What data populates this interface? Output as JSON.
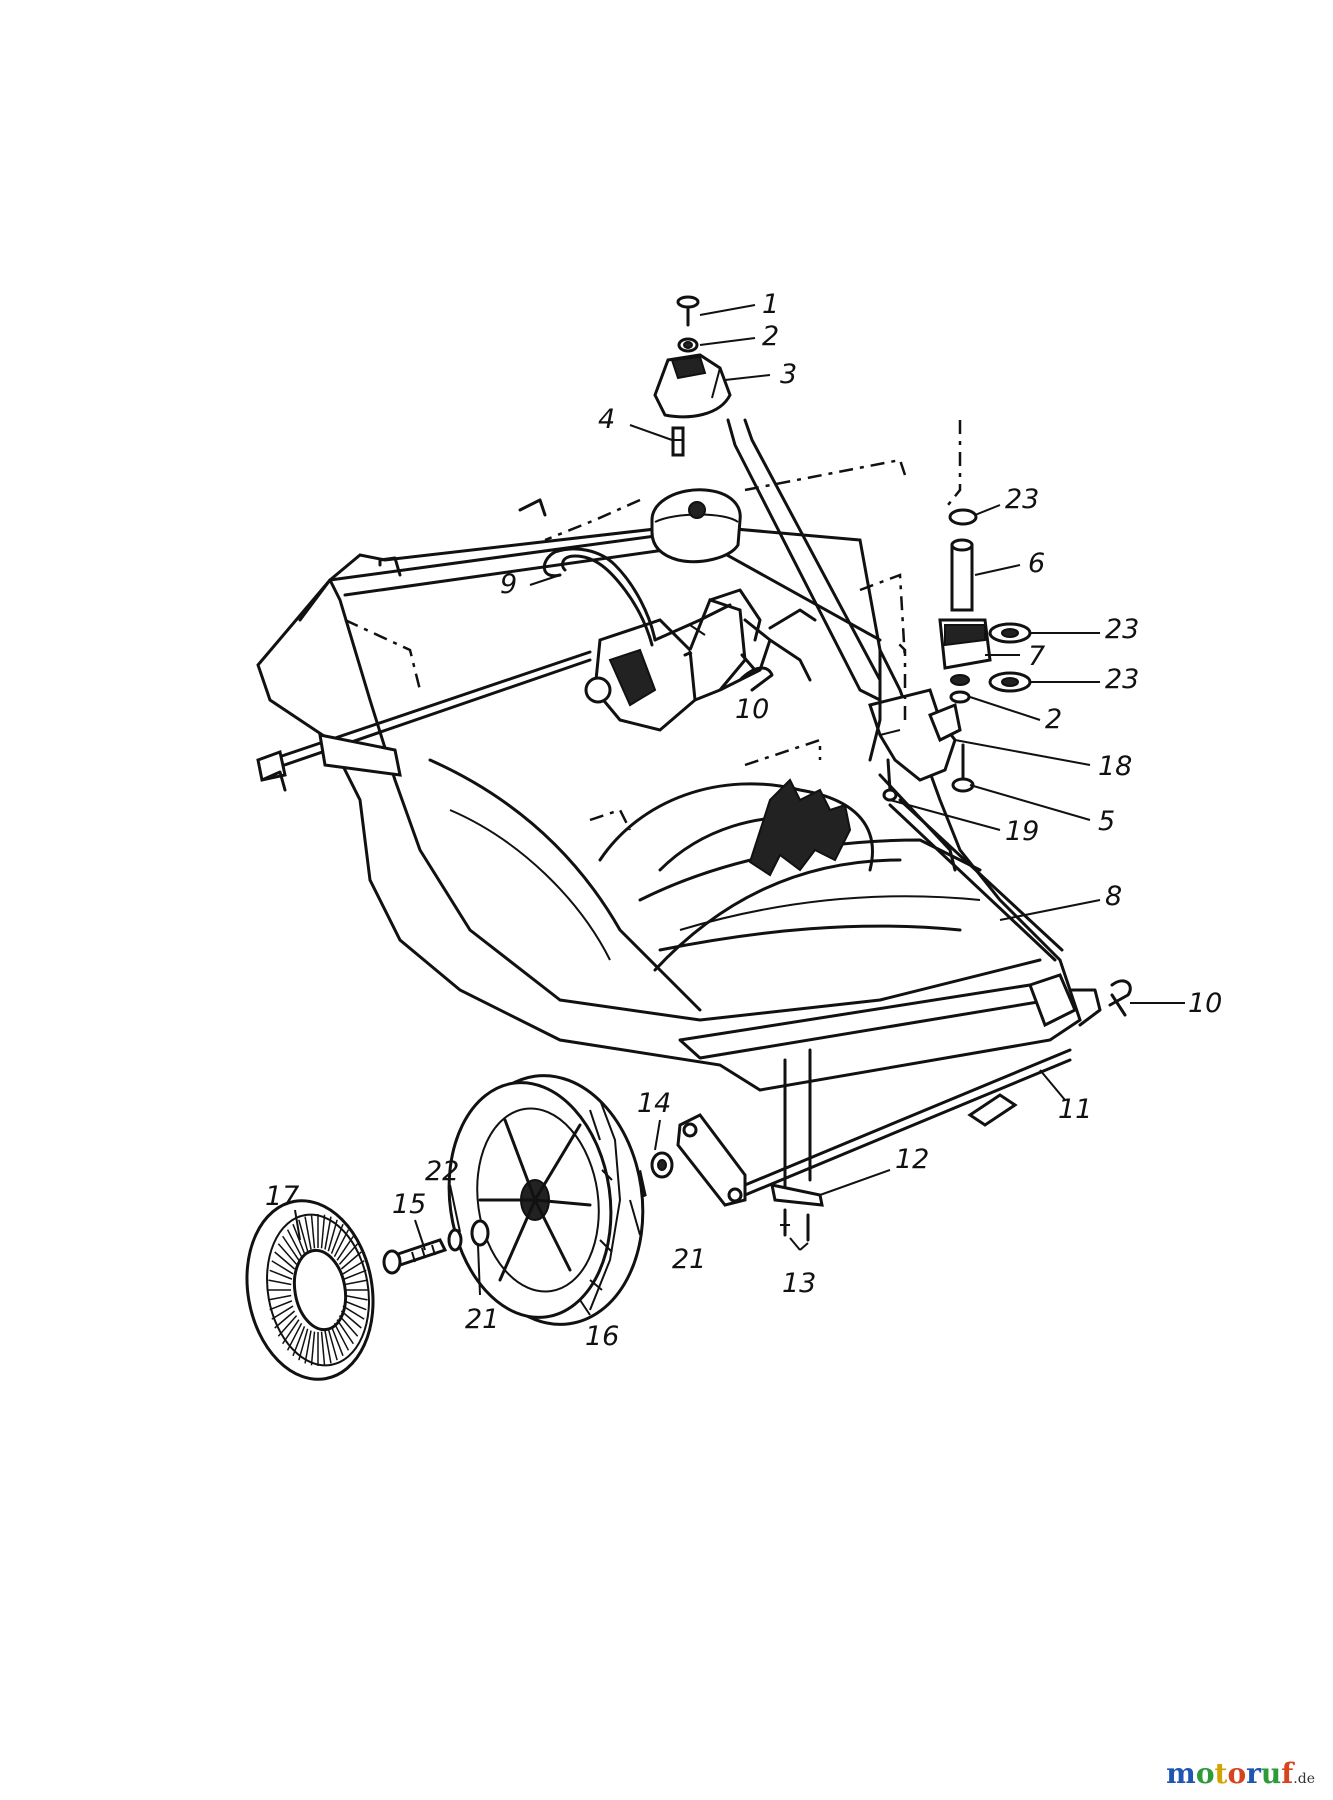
{
  "diagram": {
    "callouts": [
      {
        "id": "c1",
        "text": "1"
      },
      {
        "id": "c2a",
        "text": "2"
      },
      {
        "id": "c3",
        "text": "3"
      },
      {
        "id": "c4",
        "text": "4"
      },
      {
        "id": "c23a",
        "text": "23"
      },
      {
        "id": "c6",
        "text": "6"
      },
      {
        "id": "c9",
        "text": "9"
      },
      {
        "id": "c23b",
        "text": "23"
      },
      {
        "id": "c7",
        "text": "7"
      },
      {
        "id": "c23c",
        "text": "23"
      },
      {
        "id": "c10a",
        "text": "10"
      },
      {
        "id": "c2b",
        "text": "2"
      },
      {
        "id": "c18",
        "text": "18"
      },
      {
        "id": "c5",
        "text": "5"
      },
      {
        "id": "c19",
        "text": "19"
      },
      {
        "id": "c8",
        "text": "8"
      },
      {
        "id": "c10b",
        "text": "10"
      },
      {
        "id": "c11",
        "text": "11"
      },
      {
        "id": "c14",
        "text": "14"
      },
      {
        "id": "c22",
        "text": "22"
      },
      {
        "id": "c17",
        "text": "17"
      },
      {
        "id": "c15",
        "text": "15"
      },
      {
        "id": "c12",
        "text": "12"
      },
      {
        "id": "c21a",
        "text": "21"
      },
      {
        "id": "c13",
        "text": "13"
      },
      {
        "id": "c21b",
        "text": "21"
      },
      {
        "id": "c16",
        "text": "16"
      }
    ]
  },
  "watermark": {
    "letters": [
      {
        "ch": "m",
        "color": "#1f56b3"
      },
      {
        "ch": "o",
        "color": "#2e9a3a"
      },
      {
        "ch": "t",
        "color": "#d4a300"
      },
      {
        "ch": "o",
        "color": "#d6451d"
      },
      {
        "ch": "r",
        "color": "#1f56b3"
      },
      {
        "ch": "u",
        "color": "#2e9a3a"
      },
      {
        "ch": "f",
        "color": "#d6451d"
      }
    ],
    "suffix": ".de"
  }
}
